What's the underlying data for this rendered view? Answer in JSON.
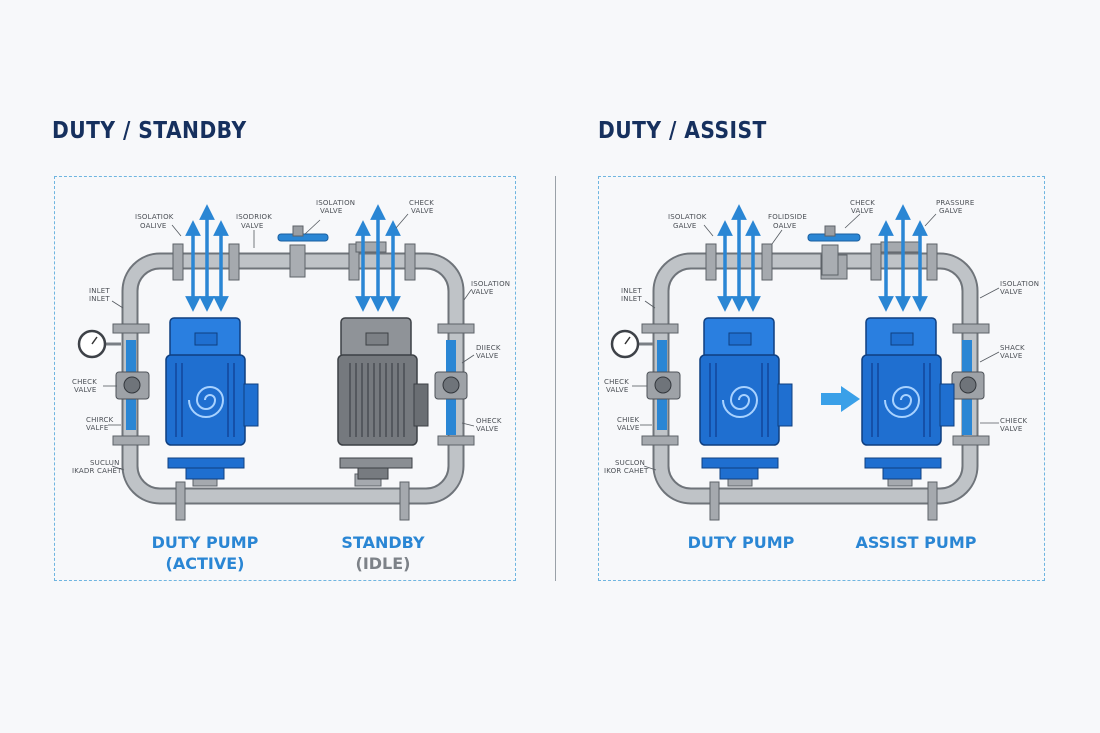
{
  "colors": {
    "accent": "#2a86d4",
    "title": "#16305e",
    "pump_blue": "#1f6fd0",
    "pump_grey": "#75797e",
    "pipe": "#b7bbc0",
    "panel_border": "#6fb5e0"
  },
  "left": {
    "title": "DUTY / STANDBY",
    "labels": {
      "isolation_top": [
        "ISOLATIOK",
        "OALIVE"
      ],
      "bypass_top": [
        "ISODRIOK",
        "VALVE"
      ],
      "isolation_valve_top": [
        "ISOLATION",
        "VALVE"
      ],
      "check_valve_top": [
        "CHECK",
        "VALVE"
      ],
      "inlet": [
        "INLET",
        "INLET"
      ],
      "check_valve_left": [
        "CHECK",
        "VALVE"
      ],
      "chirck_valve_left": [
        "CHIRCK",
        "VALFE"
      ],
      "suction_left": [
        "SUCLUN",
        "IKADR CAHET"
      ],
      "isolation_right": [
        "ISOLATION",
        "VALVE"
      ],
      "check_right_1": [
        "DIIECK",
        "VALVE"
      ],
      "check_right_2": [
        "OHECK",
        "VALVE"
      ]
    },
    "duty_caption": [
      "DUTY PUMP",
      "(ACTIVE)"
    ],
    "standby_caption": [
      "STANDBY",
      "(IDLE)"
    ]
  },
  "right": {
    "title": "DUTY / ASSIST",
    "labels": {
      "isolation_top": [
        "ISOLATIOK",
        "GALVE"
      ],
      "foldside_top": [
        "FOLIDSIDE",
        "OALVE"
      ],
      "check_valve_top": [
        "CHECK",
        "VALVE"
      ],
      "pressure_top": [
        "PRASSURE",
        "GALVE"
      ],
      "inlet": [
        "INLET",
        "INLET"
      ],
      "check_valve_left": [
        "CHECK",
        "VALVE"
      ],
      "chiek_valve_left": [
        "CHIEK",
        "VALVE"
      ],
      "suction_left": [
        "SUCLON",
        "IKOR CAHET"
      ],
      "isolation_right": [
        "ISOLATION",
        "VALVE"
      ],
      "check_right_1": [
        "SHACK",
        "VALVE"
      ],
      "check_right_2": [
        "CHIECK",
        "VALVE"
      ]
    },
    "duty_caption": [
      "DUTY PUMP"
    ],
    "assist_caption": [
      "ASSIST PUMP"
    ]
  }
}
